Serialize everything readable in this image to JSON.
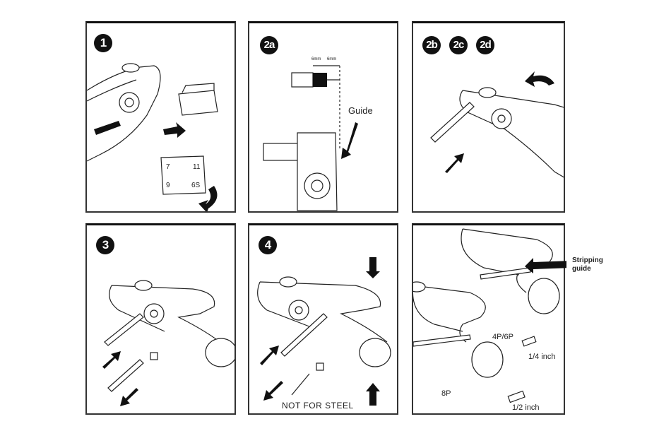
{
  "document": {
    "title": "Cable stripper instruction illustrations",
    "panels": [
      {
        "id": "1",
        "badges": [
          "1"
        ],
        "labels": {
          "die_numbers": [
            "7",
            "11",
            "9",
            "6S"
          ]
        }
      },
      {
        "id": "2a",
        "badges": [
          "2a"
        ],
        "labels": {
          "measure_left": "6mm",
          "measure_right": "6mm",
          "guide": "Guide"
        }
      },
      {
        "id": "2bcd",
        "badges": [
          "2b",
          "2c",
          "2d"
        ],
        "labels": {}
      },
      {
        "id": "3",
        "badges": [
          "3"
        ],
        "labels": {}
      },
      {
        "id": "4",
        "badges": [
          "4"
        ],
        "labels": {
          "warning": "NOT FOR STEEL"
        }
      },
      {
        "id": "5",
        "badges": [],
        "labels": {
          "stripping_guide": "Stripping\nguide",
          "stripping_line1": "Stripping",
          "stripping_line2": "guide",
          "p46": "4P/6P",
          "quarter_inch": "1/4 inch",
          "p8": "8P",
          "half_inch": "1/2 inch"
        }
      }
    ]
  }
}
